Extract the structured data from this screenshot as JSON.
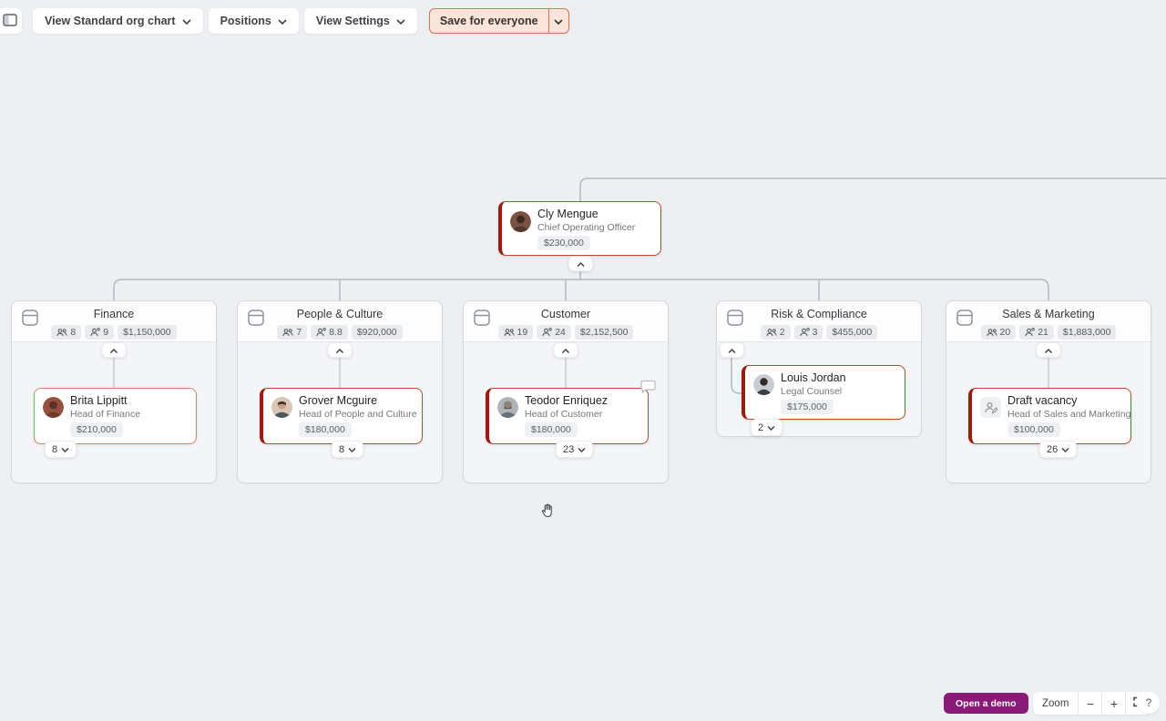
{
  "toolbar": {
    "view_button": "View Standard org chart",
    "positions_button": "Positions",
    "view_settings_button": "View Settings",
    "save_button": "Save for everyone"
  },
  "root_card": {
    "name": "Cly Mengue",
    "title": "Chief Operating Officer",
    "salary": "$230,000"
  },
  "departments": [
    {
      "name": "Finance",
      "headcount": "8",
      "open_positions": "9",
      "budget": "$1,150,000",
      "lead": {
        "name": "Brita Lippitt",
        "title": "Head of Finance",
        "salary": "$210,000",
        "expand_count": "8"
      }
    },
    {
      "name": "People & Culture",
      "headcount": "7",
      "open_positions": "8.8",
      "budget": "$920,000",
      "lead": {
        "name": "Grover Mcguire",
        "title": "Head of People and Culture",
        "salary": "$180,000",
        "expand_count": "8"
      }
    },
    {
      "name": "Customer",
      "headcount": "19",
      "open_positions": "24",
      "budget": "$2,152,500",
      "lead": {
        "name": "Teodor Enriquez",
        "title": "Head of Customer",
        "salary": "$180,000",
        "expand_count": "23"
      }
    },
    {
      "name": "Risk & Compliance",
      "headcount": "2",
      "open_positions": "3",
      "budget": "$455,000",
      "lead": {
        "name": "Louis Jordan",
        "title": "Legal Counsel",
        "salary": "$175,000",
        "expand_count": "2"
      }
    },
    {
      "name": "Sales & Marketing",
      "headcount": "20",
      "open_positions": "21",
      "budget": "$1,883,000",
      "lead": {
        "name": "Draft vacancy",
        "title": "Head of Sales and Marketing",
        "salary": "$100,000",
        "expand_count": "26"
      }
    }
  ],
  "footer": {
    "demo_button": "Open a demo",
    "zoom_label": "Zoom",
    "zoom_out": "−",
    "zoom_in": "+",
    "help": "?"
  },
  "icons": {
    "sidebar_toggle": "panel-left-icon",
    "department": "card-header-icon",
    "headcount": "people-icon",
    "open_positions": "person-plus-icon",
    "collapse": "chevron-up-icon",
    "expand": "chevron-down-icon",
    "comment": "speech-bubble-icon",
    "fit_screen": "fit-screen-icon",
    "cursor": "hand-cursor"
  },
  "colors": {
    "canvas": "#edeff3",
    "card_border": "#bc4a2b",
    "card_stripe": "#991d0e",
    "save_button_bg": "#fbe4d9",
    "save_button_border": "#d07a52",
    "demo_button_bg": "#8a1a78",
    "connector": "#b3b7bf"
  }
}
